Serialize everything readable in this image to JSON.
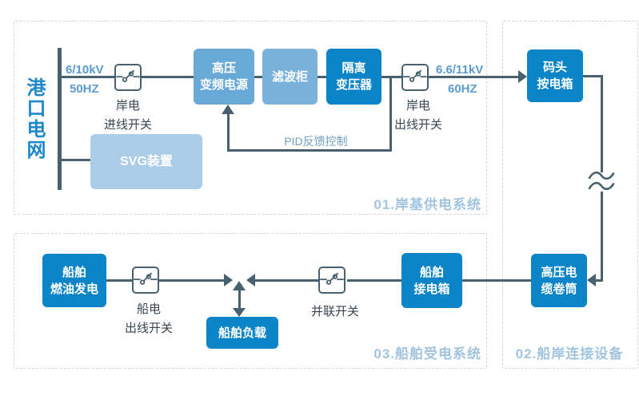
{
  "sections": {
    "shore_supply": {
      "title": "01.岸基供电系统"
    },
    "connection": {
      "title": "02.船岸连接设备"
    },
    "ship_receive": {
      "title": "03.船舶受电系统"
    }
  },
  "grid": {
    "label": "港口电网"
  },
  "ratings": {
    "input_voltage": "6/10kV",
    "input_freq": "50HZ",
    "output_voltage": "6.6/11kV",
    "output_freq": "60HZ"
  },
  "nodes": {
    "hv_converter": {
      "line1": "高压",
      "line2": "变频电源"
    },
    "filter_cabinet": {
      "line1": "滤波柜"
    },
    "isolation_transformer": {
      "line1": "隔离",
      "line2": "变压器"
    },
    "svg_device": {
      "line1": "SVG装置"
    },
    "dock_power_box": {
      "line1": "码头",
      "line2": "按电箱"
    },
    "cable_reel": {
      "line1": "高压电",
      "line2": "缆卷筒"
    },
    "ship_generator": {
      "line1": "船舶",
      "line2": "燃油发电"
    },
    "ship_load": {
      "line1": "船舶负载"
    },
    "ship_receive_box": {
      "line1": "船舶",
      "line2": "接电箱"
    }
  },
  "switches": {
    "shore_incoming": {
      "line1": "岸电",
      "line2": "进线开关"
    },
    "shore_outgoing": {
      "line1": "岸电",
      "line2": "出线开关"
    },
    "ship_outgoing": {
      "line1": "船电",
      "line2": "出线开关"
    },
    "parallel": {
      "line1": "并联开关"
    }
  },
  "pid": {
    "label": "PID反馈控制"
  },
  "colors": {
    "node_strong": "#0c84c8",
    "node_medium": "#68a9d8",
    "node_light": "#79b3dc",
    "node_pale": "#abcdea",
    "connector": "#47626e",
    "rating_text": "#5b9bd0",
    "switch_label_text": "#37474f",
    "section_title_text": "#a2c4de",
    "grid_label_text": "#1e88ca",
    "pid_text": "#72a0bf",
    "dashed_border": "#ccd8de"
  }
}
